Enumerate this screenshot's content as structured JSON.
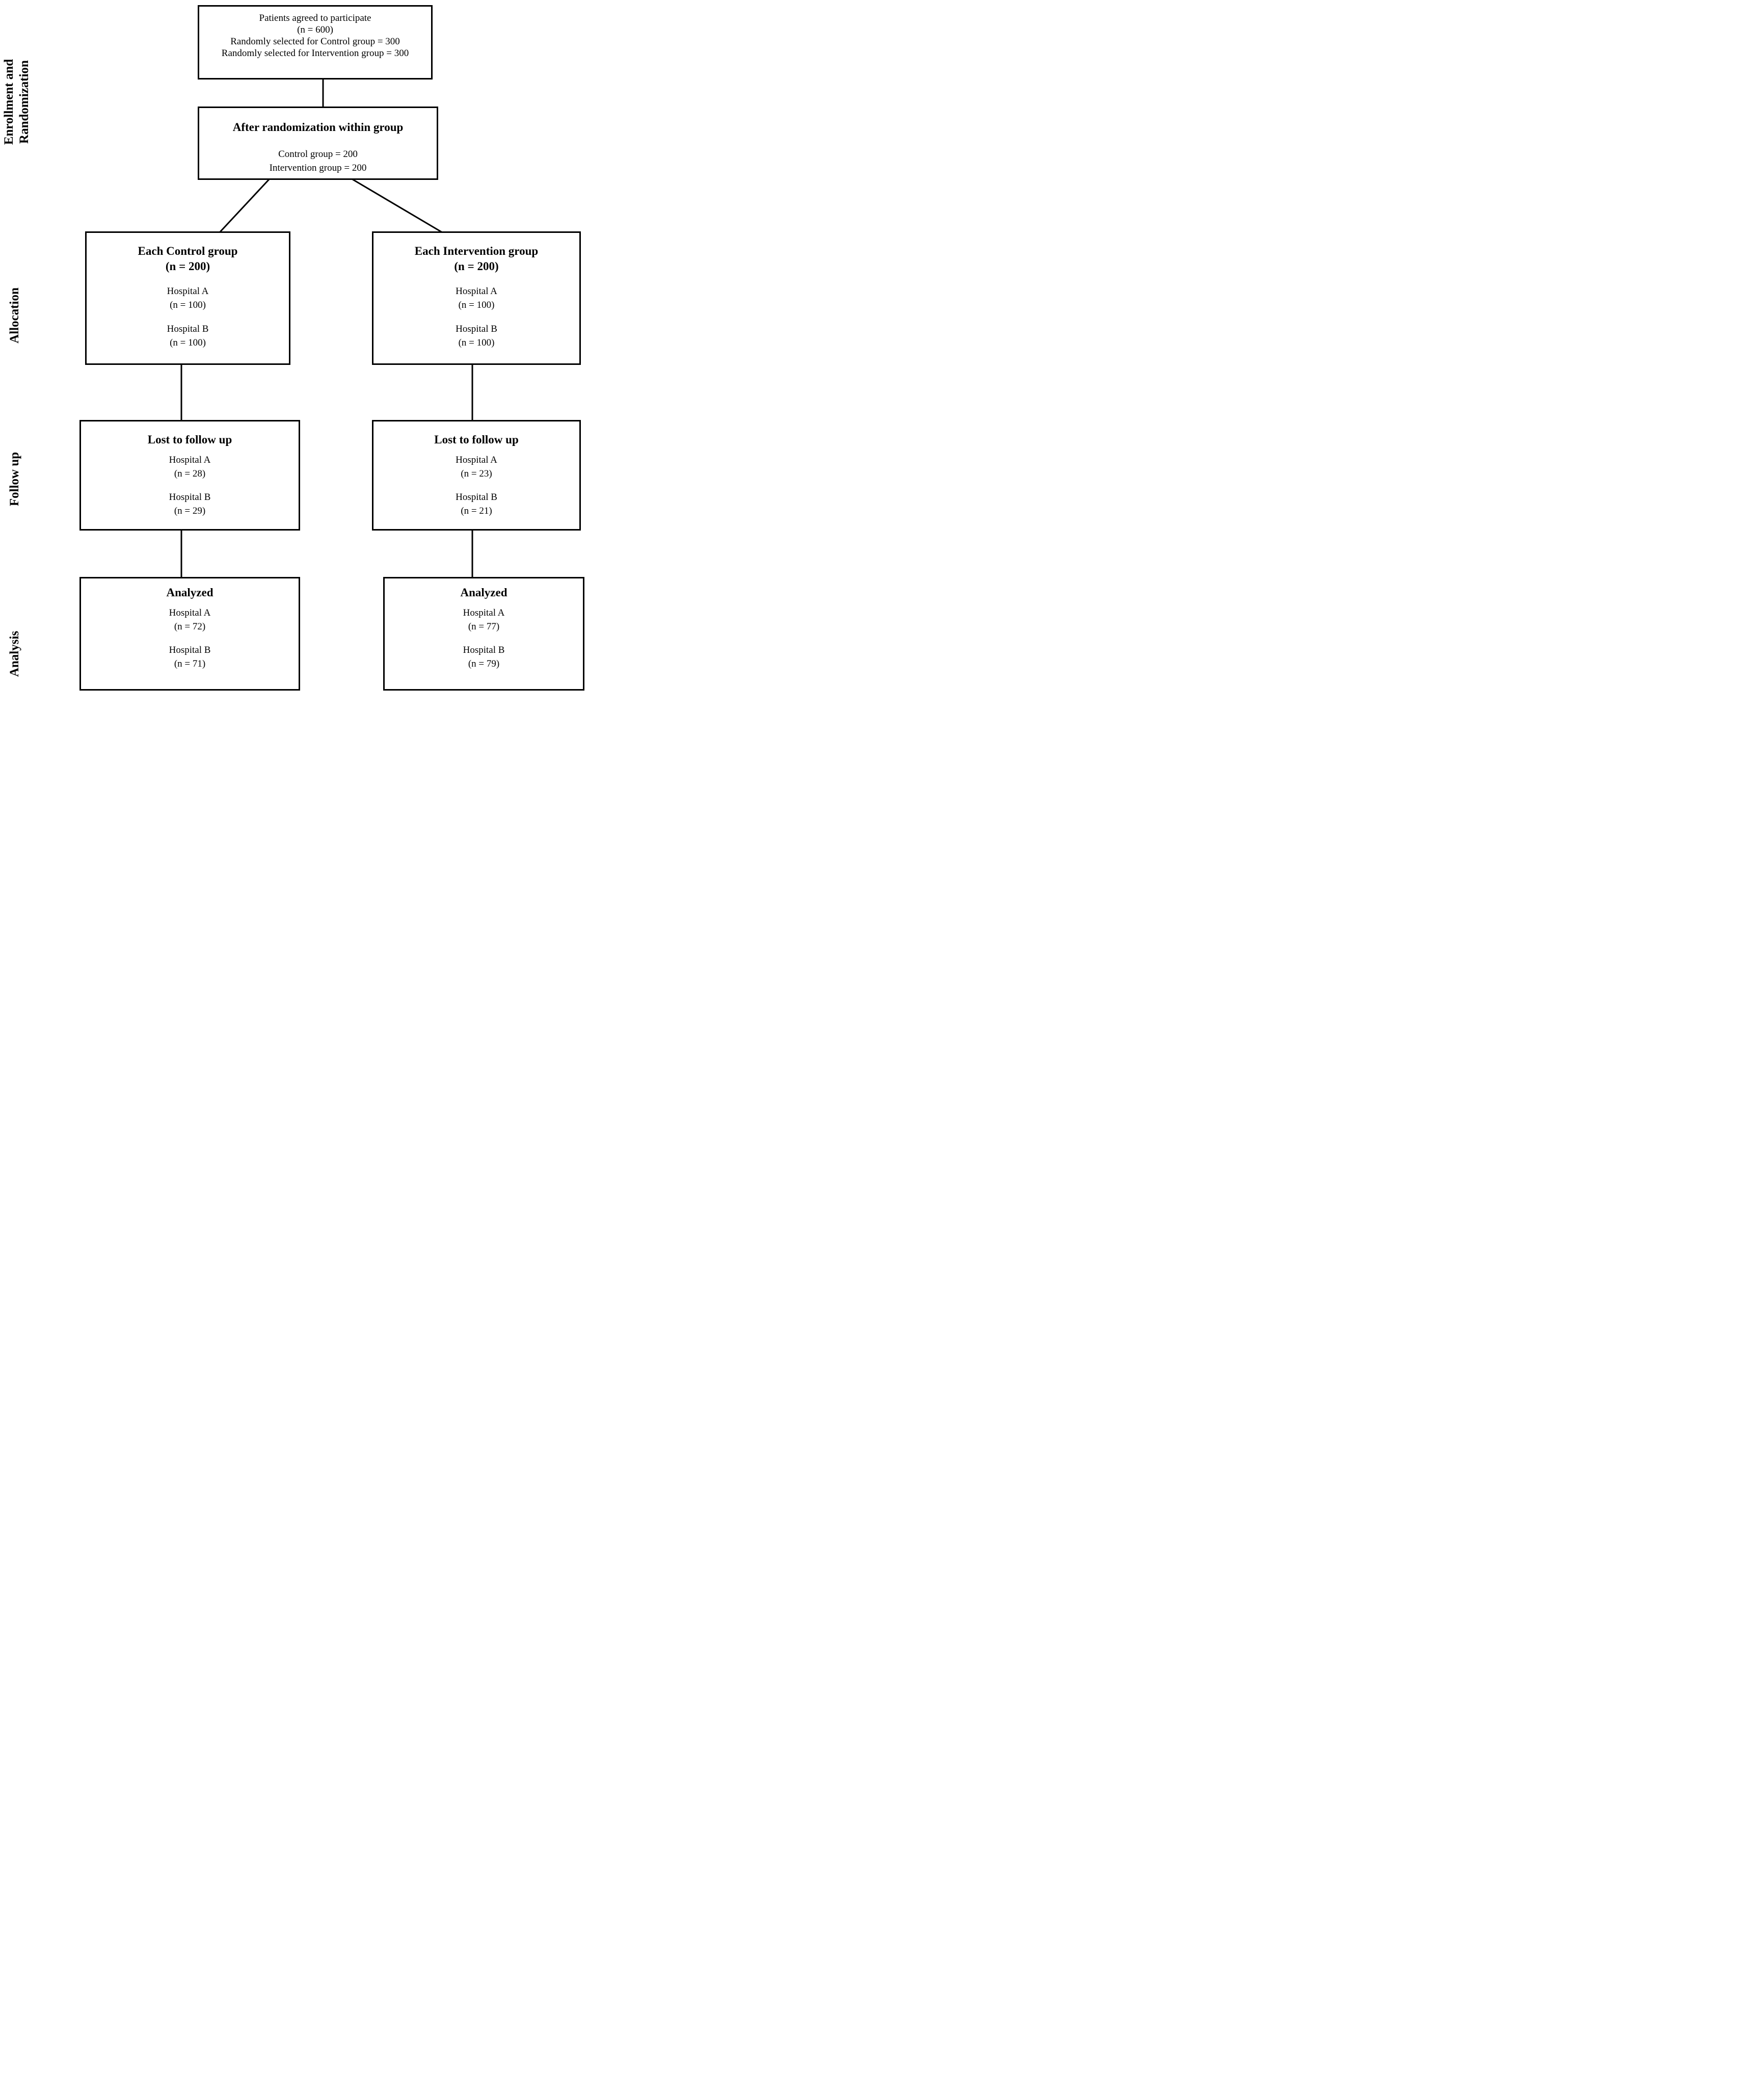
{
  "colors": {
    "background": "#ffffff",
    "line": "#000000",
    "text": "#000000"
  },
  "stages": {
    "enrollment": {
      "line1": "Enrollment and",
      "line2": "Randomization"
    },
    "allocation": "Allocation",
    "followup": "Follow up",
    "analysis": "Analysis"
  },
  "boxes": {
    "enrollment": {
      "line1": "Patients agreed to participate",
      "line2": "(n = 600)",
      "line3": "Randomly selected for Control group = 300",
      "line4": "Randomly selected for Intervention group = 300"
    },
    "randomization": {
      "title": "After randomization within group",
      "line1": "Control group = 200",
      "line2": "Intervention group = 200"
    },
    "allocation_control": {
      "title1": "Each Control group",
      "title2": "(n = 200)",
      "hospital_a": "Hospital A",
      "hospital_a_n": "(n = 100)",
      "hospital_b": "Hospital B",
      "hospital_b_n": "(n = 100)"
    },
    "allocation_intervention": {
      "title1": "Each Intervention group",
      "title2": "(n = 200)",
      "hospital_a": "Hospital A",
      "hospital_a_n": "(n = 100)",
      "hospital_b": "Hospital B",
      "hospital_b_n": "(n = 100)"
    },
    "followup_control": {
      "title": "Lost to follow up",
      "hospital_a": "Hospital A",
      "hospital_a_n": "(n = 28)",
      "hospital_b": "Hospital B",
      "hospital_b_n": "(n = 29)"
    },
    "followup_intervention": {
      "title": "Lost to follow up",
      "hospital_a": "Hospital A",
      "hospital_a_n": "(n = 23)",
      "hospital_b": "Hospital B",
      "hospital_b_n": "(n = 21)"
    },
    "analysis_control": {
      "title": "Analyzed",
      "hospital_a": "Hospital A",
      "hospital_a_n": "(n = 72)",
      "hospital_b": "Hospital B",
      "hospital_b_n": "(n = 71)"
    },
    "analysis_intervention": {
      "title": "Analyzed",
      "hospital_a": "Hospital A",
      "hospital_a_n": "(n = 77)",
      "hospital_b": "Hospital B",
      "hospital_b_n": "(n = 79)"
    }
  }
}
